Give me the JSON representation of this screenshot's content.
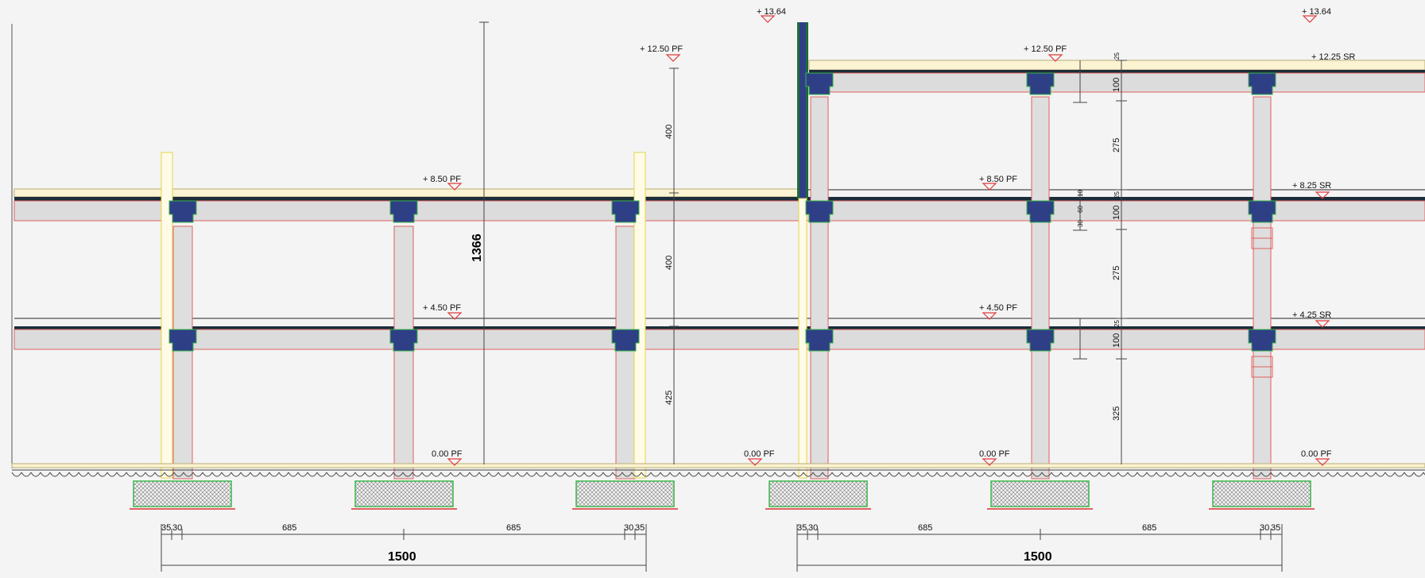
{
  "elevations": {
    "left_top_mark": "+ 13.64",
    "right_top_mark": "+ 13.64",
    "left_roof": "+ 12.50 PF",
    "right_roof": "+ 12.50 PF",
    "right_roof_sr": "+ 12.25 SR",
    "left_floor2": "+ 8.50  PF",
    "right_floor2": "+ 8.50  PF",
    "right_floor2_sr": "+ 8.25 SR",
    "left_floor1": "+ 4.50  PF",
    "right_floor1": "+ 4.50  PF",
    "right_floor1_sr": "+ 4.25 SR",
    "ground_a": "0.00 PF",
    "ground_b": "0.00 PF",
    "ground_c": "0.00 PF",
    "ground_d": "0.00 PF"
  },
  "vertical_dims": {
    "total_height": "1366",
    "left_upper": "400",
    "left_middle": "400",
    "left_lower": "425",
    "right_slab_top": "100",
    "right_slab_mid": "100",
    "right_slab_low": "100",
    "right_span_top": "275",
    "right_span_mid": "275",
    "right_span_low": "325",
    "small_25_a": "25",
    "small_25_b": "25",
    "small_25_c": "25",
    "detail_10": "10",
    "detail_60": "60",
    "detail_30": "30"
  },
  "horizontal_dims": {
    "left": {
      "a": "35",
      "b": "30",
      "span1": "685",
      "span2": "685",
      "c": "30",
      "d": "35",
      "total": "1500"
    },
    "right": {
      "a": "35",
      "b": "30",
      "span1": "685",
      "span2": "685",
      "c": "30",
      "d": "35",
      "total": "1500"
    }
  },
  "colors": {
    "background": "#f4f4f4",
    "slab_fill": "#dcdcdc",
    "floor_finish": "#fbf3d2",
    "beam_cap": "#2f3f86",
    "footing_outline": "#39b54a",
    "section_cut": "#e06060"
  }
}
